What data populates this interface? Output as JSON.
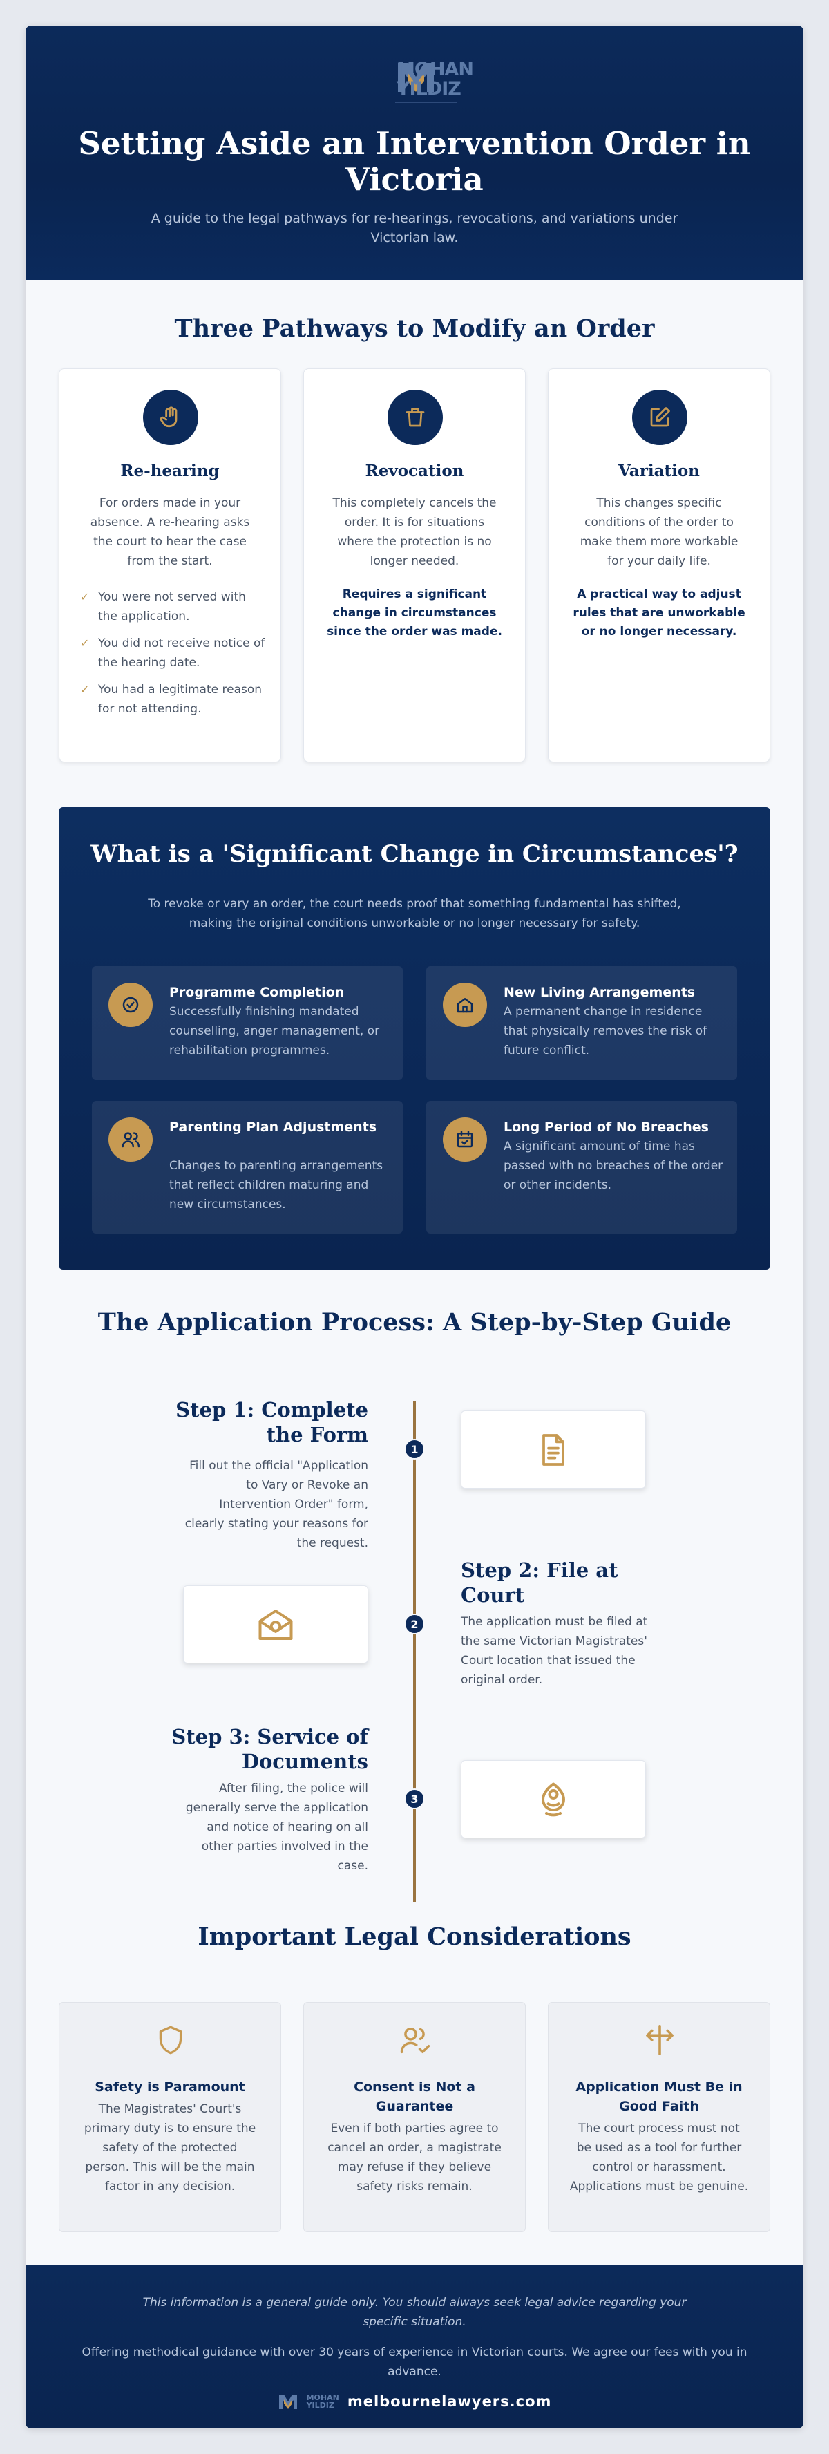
{
  "header": {
    "logo_text_1": "MOHAN",
    "logo_text_2": "YILDIZ",
    "title": "Setting Aside an Intervention Order in Victoria",
    "subtitle": "A guide to the legal pathways for re-hearings, revocations, and variations under Victorian law."
  },
  "pathways": {
    "title": "Three Pathways to Modify an Order",
    "cards": [
      {
        "icon": "hand-icon",
        "title": "Re-hearing",
        "desc": "For orders made in your absence. A re-hearing asks the court to hear the case from the start.",
        "checks": [
          "You were not served with the application.",
          "You did not receive notice of the hearing date.",
          "You had a legitimate reason for not attending."
        ]
      },
      {
        "icon": "trash-icon",
        "title": "Revocation",
        "desc": "This completely cancels the order. It is for situations where the protection is no longer needed.",
        "strong": "Requires a significant change in circumstances since the order was made."
      },
      {
        "icon": "edit-icon",
        "title": "Variation",
        "desc": "This changes specific conditions of the order to make them more workable for your daily life.",
        "strong": "A practical way to adjust rules that are unworkable or no longer necessary."
      }
    ]
  },
  "significant": {
    "title": "What is a 'Significant Change in Circumstances'?",
    "intro": "To revoke or vary an order, the court needs proof that something fundamental has shifted, making the original conditions unworkable or no longer necessary for safety.",
    "items": [
      {
        "icon": "check-circle-icon",
        "title": "Programme Completion",
        "text": "Successfully finishing mandated counselling, anger management, or rehabilitation programmes."
      },
      {
        "icon": "home-icon",
        "title": "New Living Arrangements",
        "text": "A permanent change in residence that physically removes the risk of future conflict."
      },
      {
        "icon": "users-icon",
        "title": "Parenting Plan Adjustments",
        "text": "Changes to parenting arrangements that reflect children maturing and new circumstances."
      },
      {
        "icon": "calendar-check-icon",
        "title": "Long Period of No Breaches",
        "text": "A significant amount of time has passed with no breaches of the order or other incidents."
      }
    ]
  },
  "process": {
    "title": "The Application Process: A Step-by-Step Guide",
    "steps": [
      {
        "num": "1",
        "title": "Step 1: Complete the Form",
        "text": "Fill out the official \"Application to Vary or Revoke an Intervention Order\" form, clearly stating your reasons for the request.",
        "icon": "document-icon"
      },
      {
        "num": "2",
        "title": "Step 2: File at Court",
        "text": "The application must be filed at the same Victorian Magistrates' Court location that issued the original order.",
        "icon": "mail-open-icon"
      },
      {
        "num": "3",
        "title": "Step 3: Service of Documents",
        "text": "After filing, the police will generally serve the application and notice of hearing on all other parties involved in the case.",
        "icon": "hand-person-icon"
      }
    ]
  },
  "considerations": {
    "title": "Important Legal Considerations",
    "cards": [
      {
        "icon": "shield-icon",
        "title": "Safety is Paramount",
        "text": "The Magistrates' Court's primary duty is to ensure the safety of the protected person. This will be the main factor in any decision."
      },
      {
        "icon": "user-check-icon",
        "title": "Consent is Not a Guarantee",
        "text": "Even if both parties agree to cancel an order, a magistrate may refuse if they believe safety risks remain."
      },
      {
        "icon": "signpost-icon",
        "title": "Application Must Be in Good Faith",
        "text": "The court process must not be used as a tool for further control or harassment. Applications must be genuine."
      }
    ]
  },
  "footer": {
    "disclaimer": "This information is a general guide only. You should always seek legal advice regarding your specific situation.",
    "experience": "Offering methodical guidance with over 30 years of experience in Victorian courts. We agree our fees with you in advance.",
    "logo_text_1": "MOHAN",
    "logo_text_2": "YILDIZ",
    "site": "melbournelawyers.com"
  },
  "colors": {
    "navy": "#0c2a5a",
    "gold": "#c79a52",
    "page": "#f6f8fb"
  }
}
